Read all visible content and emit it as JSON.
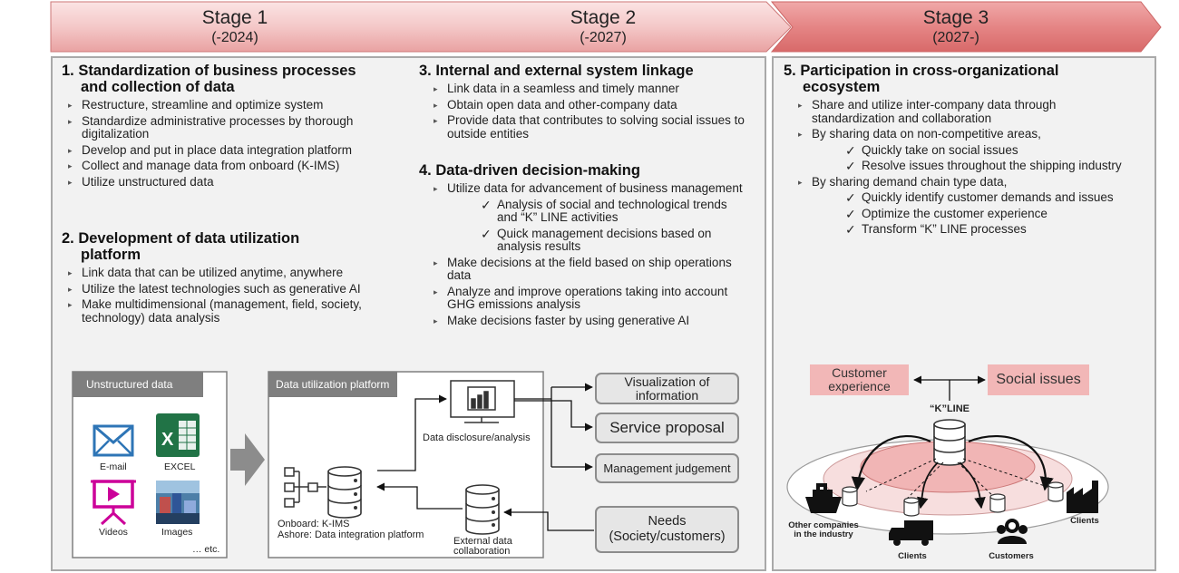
{
  "stages": [
    {
      "title": "Stage 1",
      "period": "(-2024)"
    },
    {
      "title": "Stage 2",
      "period": "(-2027)"
    },
    {
      "title": "Stage 3",
      "period": "(2027-)"
    }
  ],
  "sections": {
    "s1": {
      "title_line1": "1. Standardization of business processes",
      "title_line2": "and collection of data",
      "bullets": [
        "Restructure, streamline and optimize system",
        "Standardize administrative processes by thorough digitalization",
        "Develop and put in place data integration platform",
        "Collect and manage data from onboard (K-IMS)",
        "Utilize unstructured data"
      ]
    },
    "s2": {
      "title_line1": "2. Development of data utilization",
      "title_line2": "platform",
      "bullets": [
        "Link data that can be utilized anytime, anywhere",
        "Utilize the latest technologies such as generative AI",
        "Make multidimensional (management, field, society, technology) data analysis"
      ]
    },
    "s3": {
      "title": "3. Internal and external system linkage",
      "bullets": [
        "Link data in a seamless and timely manner",
        "Obtain open data and other-company data",
        "Provide data that contributes to solving social issues to outside entities"
      ]
    },
    "s4": {
      "title": "4. Data-driven decision-making",
      "b1": "Utilize data for advancement of business management",
      "c1": "Analysis of social and technological trends and “K” LINE activities",
      "c2": "Quick management decisions based on analysis results",
      "b2": "Make decisions at the field based on ship operations data",
      "b3": "Analyze and improve operations taking into account GHG emissions analysis",
      "b4": "Make decisions faster by using generative AI"
    },
    "s5": {
      "title_line1": "5. Participation in cross-organizational",
      "title_line2": "ecosystem",
      "b1": "Share and utilize inter-company data  through standardization and collaboration",
      "b2": "By sharing data on non-competitive areas,",
      "c1": "Quickly take on social issues",
      "c2": "Resolve issues throughout the shipping industry",
      "b3": "By sharing demand chain type data,",
      "c3": "Quickly identify customer demands and issues",
      "c4": "Optimize the customer experience",
      "c5": "Transform “K” LINE processes"
    }
  },
  "diagram": {
    "unstructured_title": "Unstructured data",
    "email": "E-mail",
    "excel": "EXCEL",
    "videos": "Videos",
    "images": "Images",
    "etc": "… etc.",
    "platform_title": "Data utilization platform",
    "disclosure": "Data disclosure/analysis",
    "onboard": "Onboard: K-IMS",
    "ashore": "Ashore: Data integration platform",
    "external_line1": "External data",
    "external_line2": "collaboration",
    "out_visualization_1": "Visualization of",
    "out_visualization_2": "information",
    "out_service": "Service  proposal",
    "out_management": "Management judgement",
    "needs_1": "Needs",
    "needs_2": "(Society/customers)"
  },
  "ecosystem": {
    "customer_experience_1": "Customer",
    "customer_experience_2": "experience",
    "social_issues": "Social issues",
    "kline": "“K”LINE",
    "other_companies_1": "Other companies",
    "other_companies_2": "in the industry",
    "clients_left": "Clients",
    "customers": "Customers",
    "clients_right": "Clients"
  },
  "colors": {
    "header_stage12": "#f3c3c3",
    "header_stage3": "#e47f7f",
    "panel_bg": "#f2f2f2",
    "box_dark": "#7f7f7f",
    "email_blue": "#2e75b6",
    "excel_green": "#217346",
    "video_magenta": "#cc0099"
  }
}
